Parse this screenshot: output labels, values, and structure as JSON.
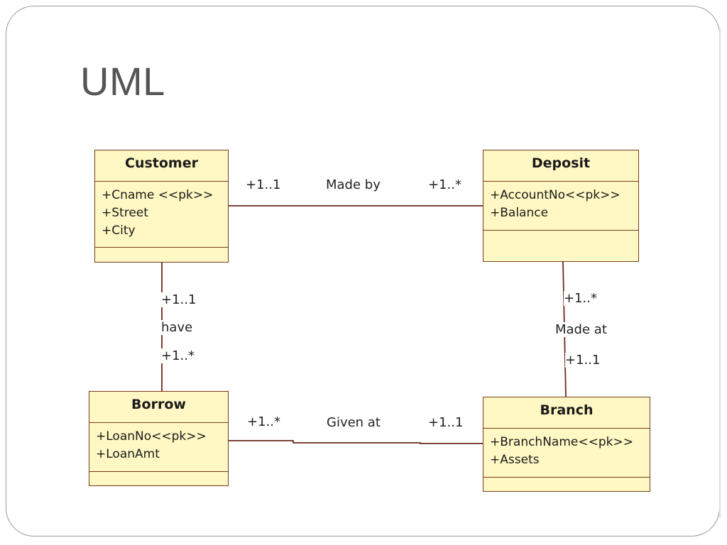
{
  "slide": {
    "title": "UML"
  },
  "classes": {
    "customer": {
      "name": "Customer",
      "attributes": [
        "+Cname <<pk>>",
        "+Street",
        "+City"
      ]
    },
    "deposit": {
      "name": "Deposit",
      "attributes": [
        "+AccountNo<<pk>>",
        "+Balance"
      ]
    },
    "borrow": {
      "name": "Borrow",
      "attributes": [
        "+LoanNo<<pk>>",
        "+LoanAmt"
      ]
    },
    "branch": {
      "name": "Branch",
      "attributes": [
        "+BranchName<<pk>>",
        "+Assets"
      ]
    }
  },
  "associations": {
    "made_by": {
      "label": "Made by",
      "source_multiplicity": "+1..1",
      "target_multiplicity": "+1..*"
    },
    "have": {
      "label": "have",
      "source_multiplicity": "+1..1",
      "target_multiplicity": "+1..*"
    },
    "made_at": {
      "label": "Made at",
      "source_multiplicity": "+1..*",
      "target_multiplicity": "+1..1"
    },
    "given_at": {
      "label": "Given at",
      "source_multiplicity": "+1..*",
      "target_multiplicity": "+1..1"
    }
  },
  "colors": {
    "class_fill": "#fff8c4",
    "class_border": "#7a3a1a",
    "link_line": "#6b2a1a",
    "title_text": "#555555"
  }
}
